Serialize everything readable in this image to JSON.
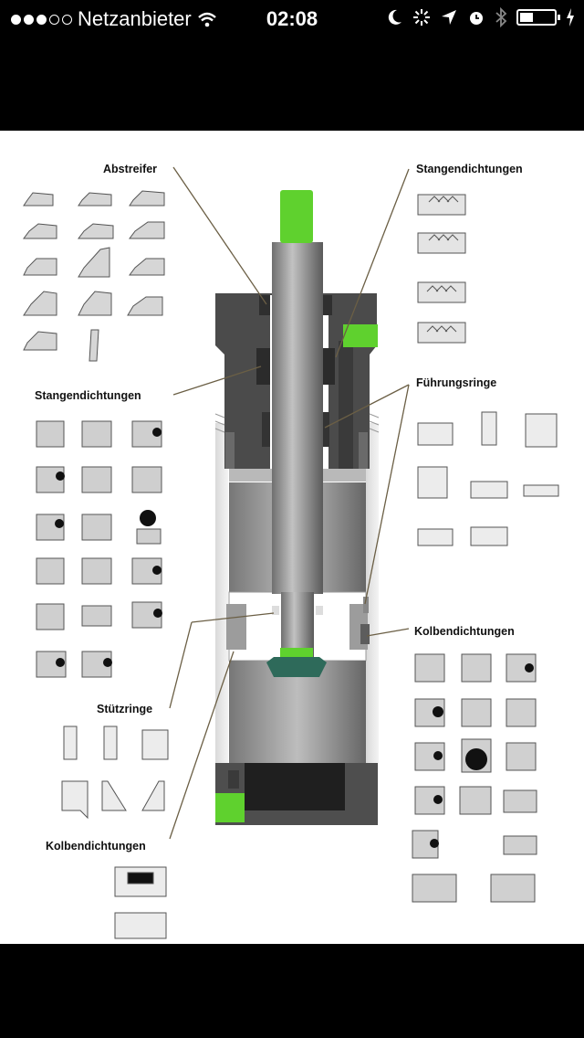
{
  "status_bar": {
    "carrier": "Netzanbieter",
    "time": "02:08",
    "signal_dots_filled": 3,
    "signal_dots_total": 5,
    "icons": [
      "wifi-icon",
      "moon-icon",
      "activity-icon",
      "location-icon",
      "alarm-icon",
      "bluetooth-icon",
      "battery-icon",
      "charging-icon"
    ]
  },
  "diagram": {
    "labels": {
      "abstreifer": "Abstreifer",
      "stangendichtungen_right": "Stangendichtungen",
      "stangendichtungen_left": "Stangendichtungen",
      "fuehrungsringe": "Führungsringe",
      "kolbendichtungen_right": "Kolbendichtungen",
      "stuetzringe": "Stützringe",
      "kolbendichtungen_left": "Kolbendichtungen"
    },
    "colors": {
      "accent_green": "#5fd12e",
      "body_dark": "#4a4a4a",
      "rod_gray": "#9a9a9a",
      "seal_gray": "#c8c8c8"
    }
  }
}
